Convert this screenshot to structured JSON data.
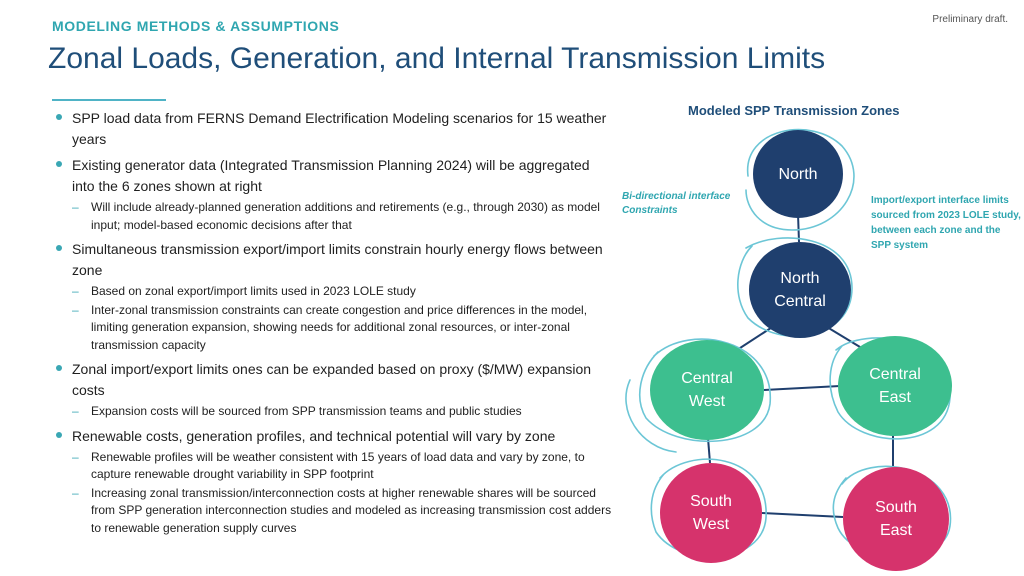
{
  "header": {
    "draft_label": "Preliminary draft.",
    "kicker": "MODELING METHODS & ASSUMPTIONS",
    "title": "Zonal Loads, Generation, and Internal Transmission Limits"
  },
  "bullets": [
    {
      "text": "SPP load data from FERNS Demand Electrification Modeling scenarios for 15 weather years",
      "subs": []
    },
    {
      "text": "Existing generator data (Integrated Transmission Planning 2024) will be aggregated into the 6 zones shown at right",
      "subs": [
        "Will include already-planned generation additions and retirements (e.g., through 2030) as model input; model-based economic decisions after that"
      ]
    },
    {
      "text": "Simultaneous transmission export/import limits constrain hourly energy flows between zone",
      "subs": [
        "Based on zonal export/import limits used in 2023 LOLE study",
        "Inter-zonal transmission constraints can create congestion and price differences in the model, limiting generation expansion, showing needs for additional zonal resources, or inter-zonal transmission capacity"
      ]
    },
    {
      "text": "Zonal import/export limits ones can be expanded based on proxy ($/MW) expansion costs",
      "subs": [
        "Expansion costs will be sourced from SPP transmission teams and public studies"
      ]
    },
    {
      "text": "Renewable costs, generation profiles, and technical potential will vary by zone",
      "subs": [
        "Renewable profiles will be weather consistent with 15 years of load data and vary by zone, to capture renewable drought variability in SPP footprint",
        "Increasing zonal transmission/interconnection costs at higher renewable shares will be sourced from SPP generation interconnection studies and modeled as increasing transmission cost adders to renewable generation supply curves"
      ]
    }
  ],
  "diagram": {
    "title": "Modeled SPP Transmission Zones",
    "note_left": "Bi-directional interface Constraints",
    "note_right": "Import/export interface limits sourced from 2023 LOLE study, between each zone and the SPP system",
    "colors": {
      "navy": "#1f3f6e",
      "green": "#3dbf8f",
      "pink": "#d6336c",
      "outline": "#6cc6d6",
      "link": "#1f3f6e"
    },
    "zones": {
      "north": "North",
      "north_central": "North\nCentral",
      "central_west": "Central\nWest",
      "central_east": "Central\nEast",
      "south_west": "South\nWest",
      "south_east": "South\nEast"
    }
  }
}
